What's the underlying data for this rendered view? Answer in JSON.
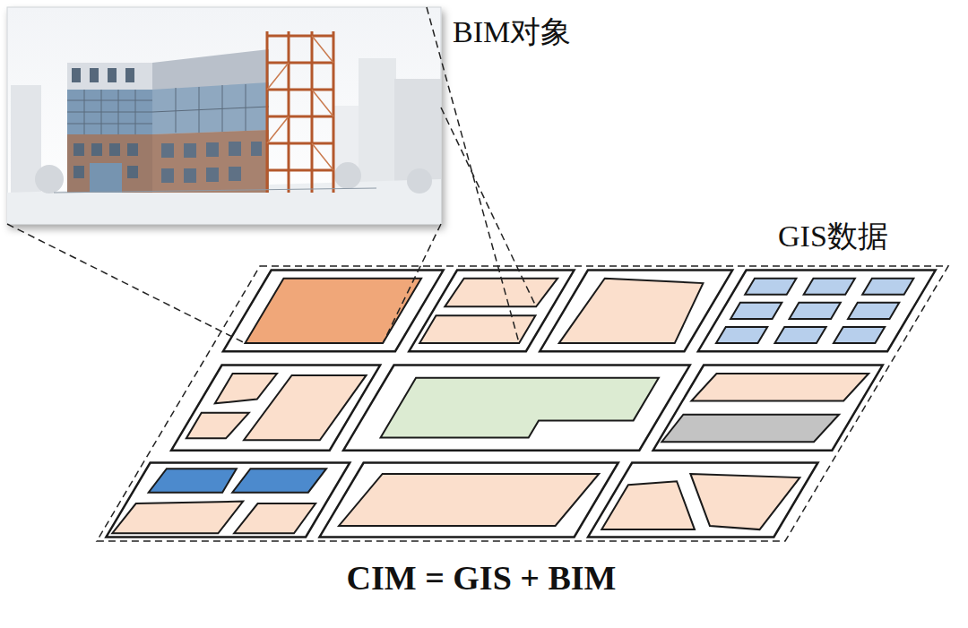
{
  "diagram": {
    "caption": "CIM = GIS + BIM",
    "labels": [
      "BIM对象",
      "GIS数据"
    ]
  }
}
